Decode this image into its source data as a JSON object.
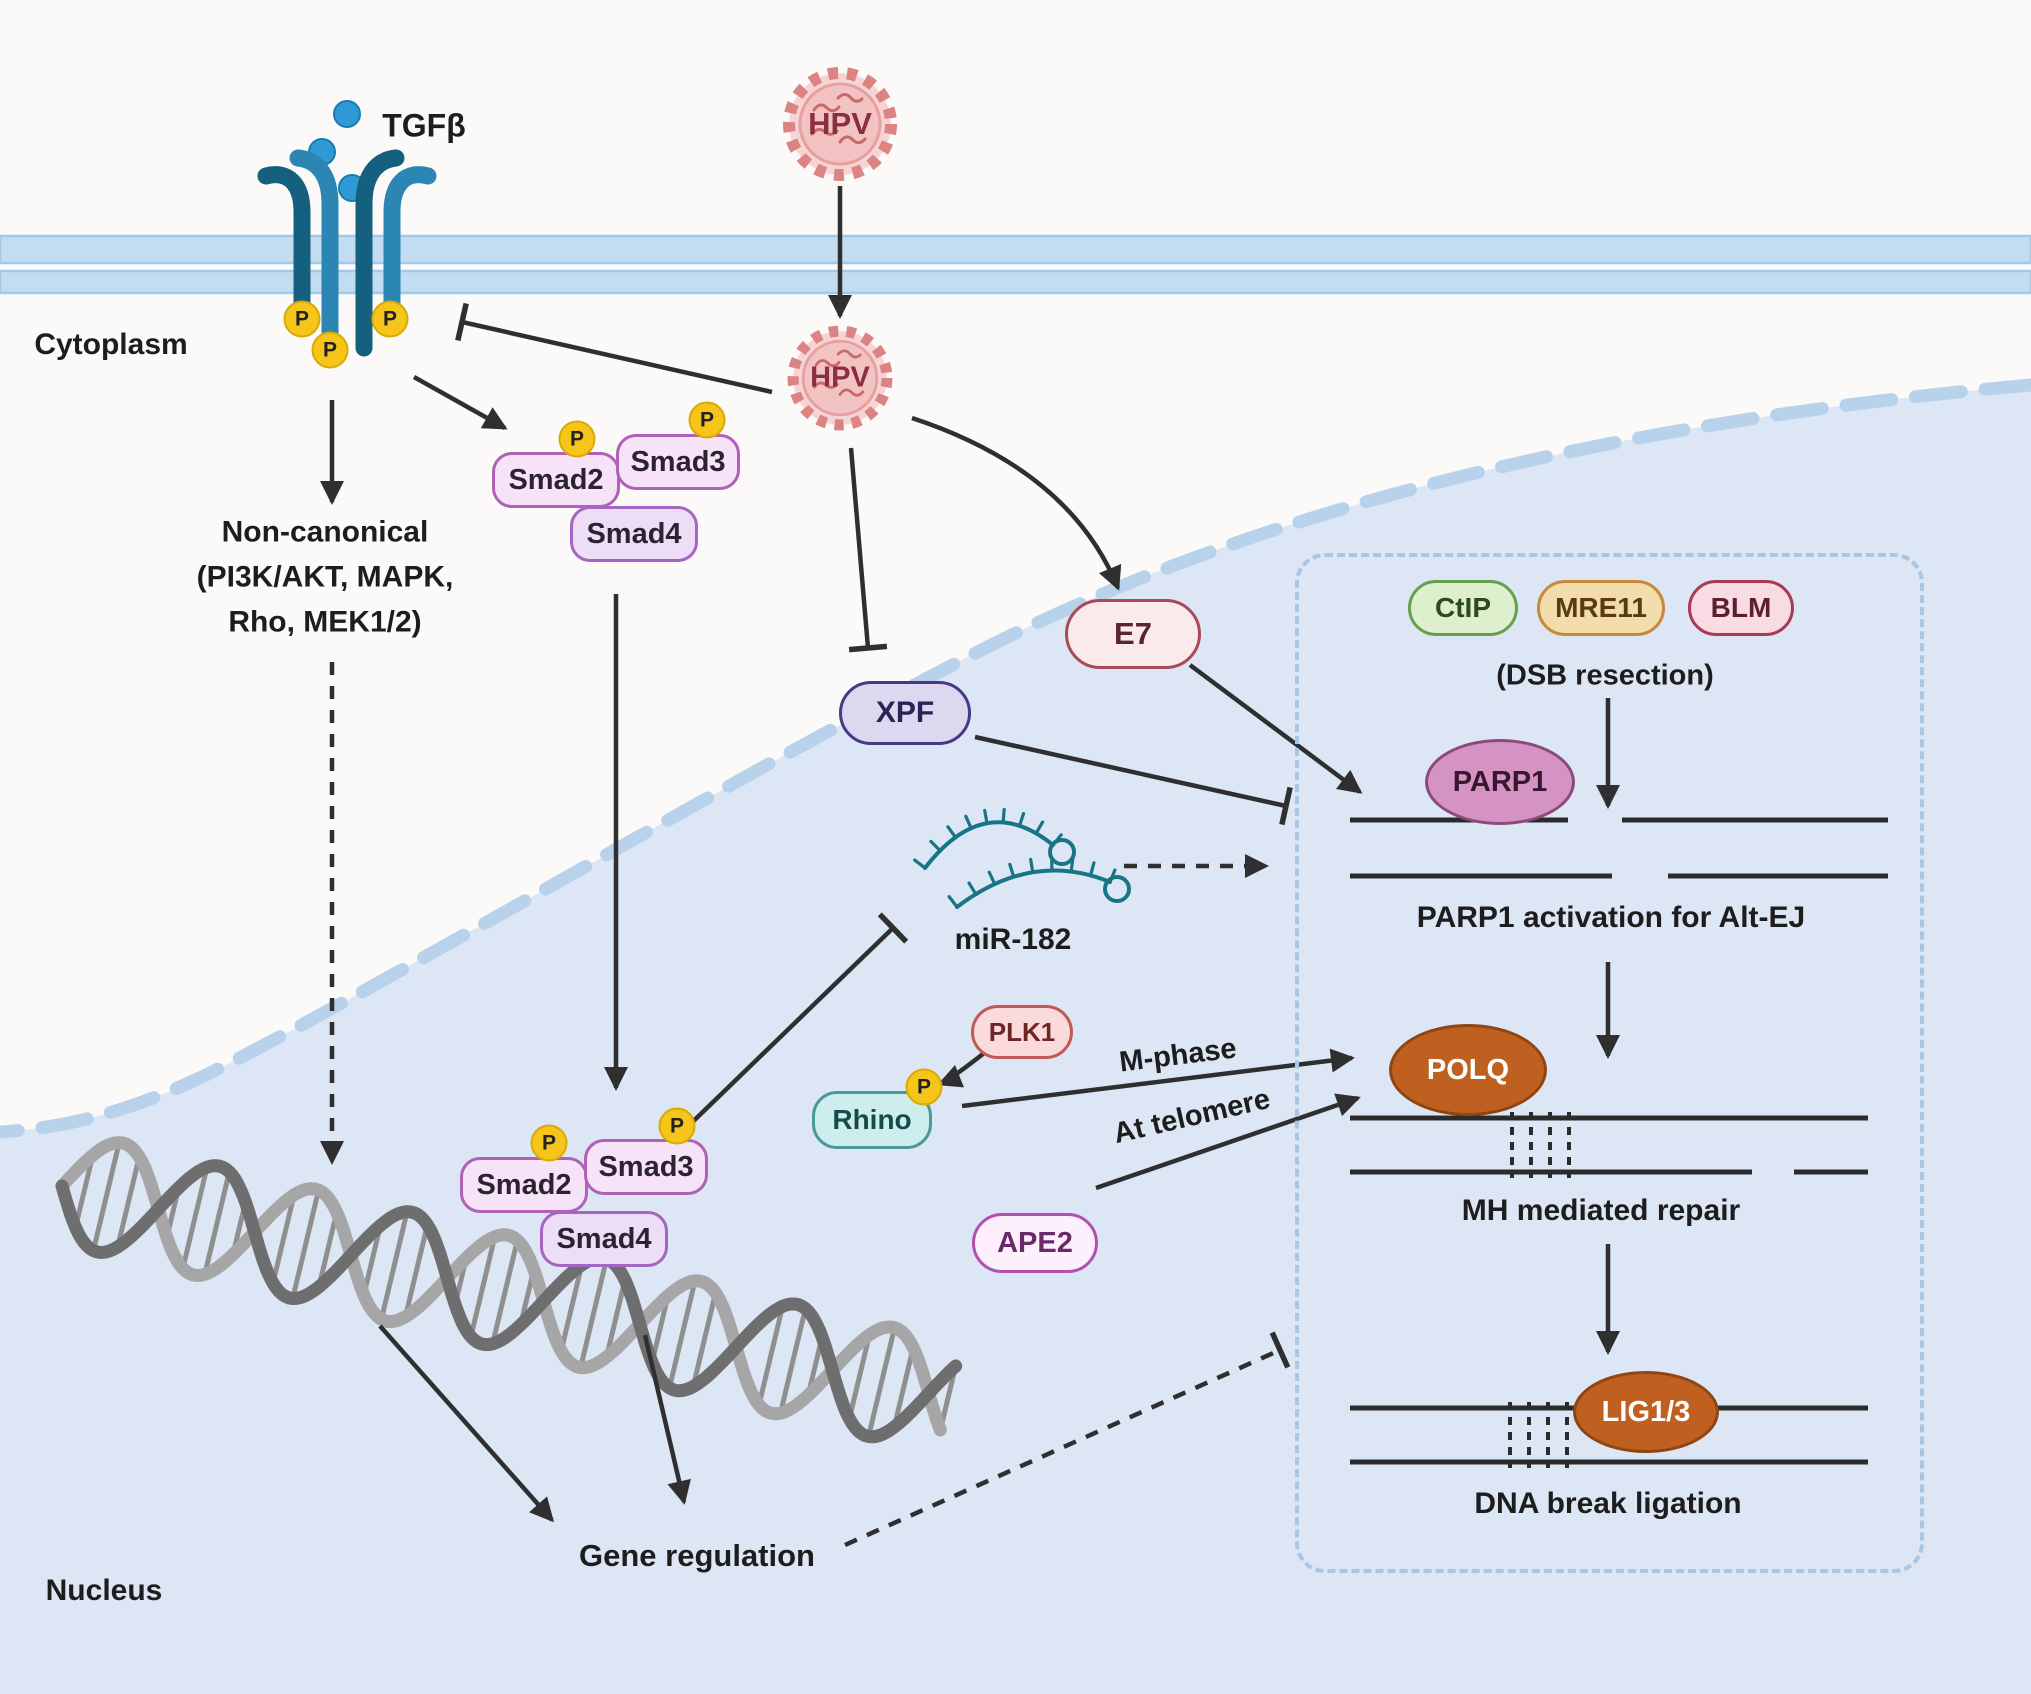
{
  "labels": {
    "cytoplasm": "Cytoplasm",
    "nucleus": "Nucleus",
    "tgfb": "TGFβ",
    "hpv": "HPV",
    "p": "P",
    "non_canonical_1": "Non-canonical",
    "non_canonical_2": "(PI3K/AKT, MAPK,",
    "non_canonical_3": "Rho, MEK1/2)",
    "gene_regulation": "Gene regulation",
    "mir182": "miR-182",
    "m_phase": "M-phase",
    "at_telomere": "At telomere",
    "dsb_resection": "(DSB resection)",
    "parp1_activation": "PARP1 activation for Alt-EJ",
    "mh_repair": "MH mediated repair",
    "dna_ligation": "DNA break ligation"
  },
  "nodes": {
    "smad2": "Smad2",
    "smad3": "Smad3",
    "smad4": "Smad4",
    "xpf": "XPF",
    "e7": "E7",
    "ctip": "CtIP",
    "mre11": "MRE11",
    "blm": "BLM",
    "parp1": "PARP1",
    "polq": "POLQ",
    "lig13": "LIG1/3",
    "plk1": "PLK1",
    "rhino": "Rhino",
    "ape2": "APE2"
  },
  "colors": {
    "nucleus_fill": "#dde6f4",
    "envelope_dash": "#b9d2ec",
    "membrane": "#c2dcf1",
    "arrow": "#2f2f2f",
    "smad_fill": "#f7e3f7",
    "smad_border": "#b060b8",
    "phospho_fill": "#f5c51a",
    "virus": "#d97878",
    "parp1_fill": "#d493c3",
    "polq_fill": "#c06020",
    "mirna": "#177585",
    "receptor_dark": "#15607f",
    "receptor_light": "#2c86b4"
  }
}
